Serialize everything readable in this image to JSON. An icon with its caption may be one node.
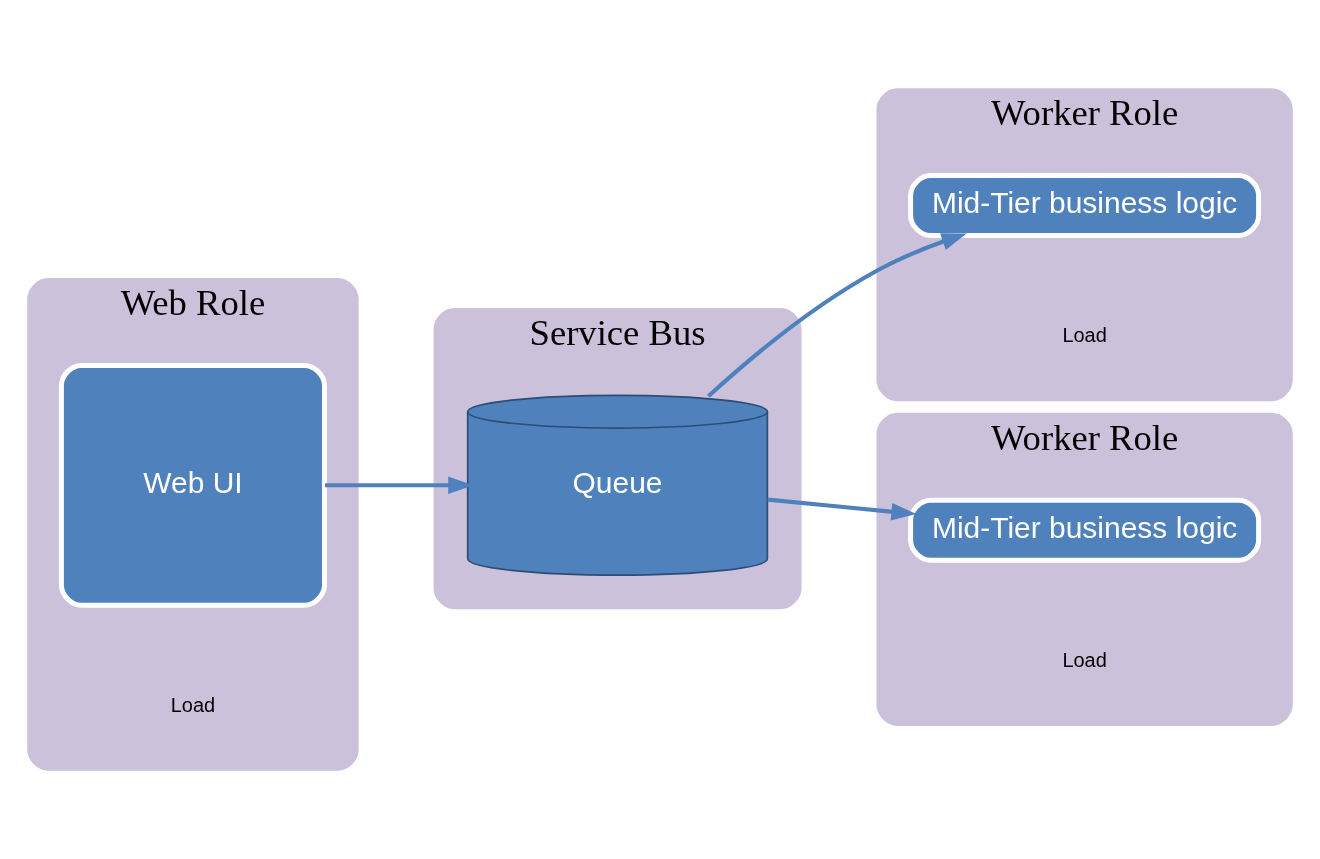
{
  "diagram": {
    "nodes": [
      {
        "text": [
          "Web Role"
        ]
      },
      {
        "text": [
          "Web UI"
        ],
        "in": 0
      },
      {
        "text": [
          "Load"
        ],
        "in": 0
      },
      {
        "text": [
          "Service Bus"
        ]
      },
      {
        "text": [
          "Queue"
        ],
        "in": 3
      },
      {
        "text": [
          "Worker Role"
        ]
      },
      {
        "text": [
          "Mid-Tier business logic"
        ],
        "in": 5
      },
      {
        "text": [
          "Load"
        ],
        "in": 5
      },
      {
        "text": [
          "Worker Role"
        ]
      },
      {
        "text": [
          "Mid-Tier business logic"
        ],
        "in": 8
      },
      {
        "text": [
          "Load"
        ],
        "in": 8
      }
    ],
    "edges": [
      {
        "from": 1,
        "to": 4,
        "arrow": "to"
      },
      {
        "from": 4,
        "to": 6,
        "arrow": "to"
      },
      {
        "from": 4,
        "to": 9,
        "arrow": "to"
      }
    ]
  }
}
